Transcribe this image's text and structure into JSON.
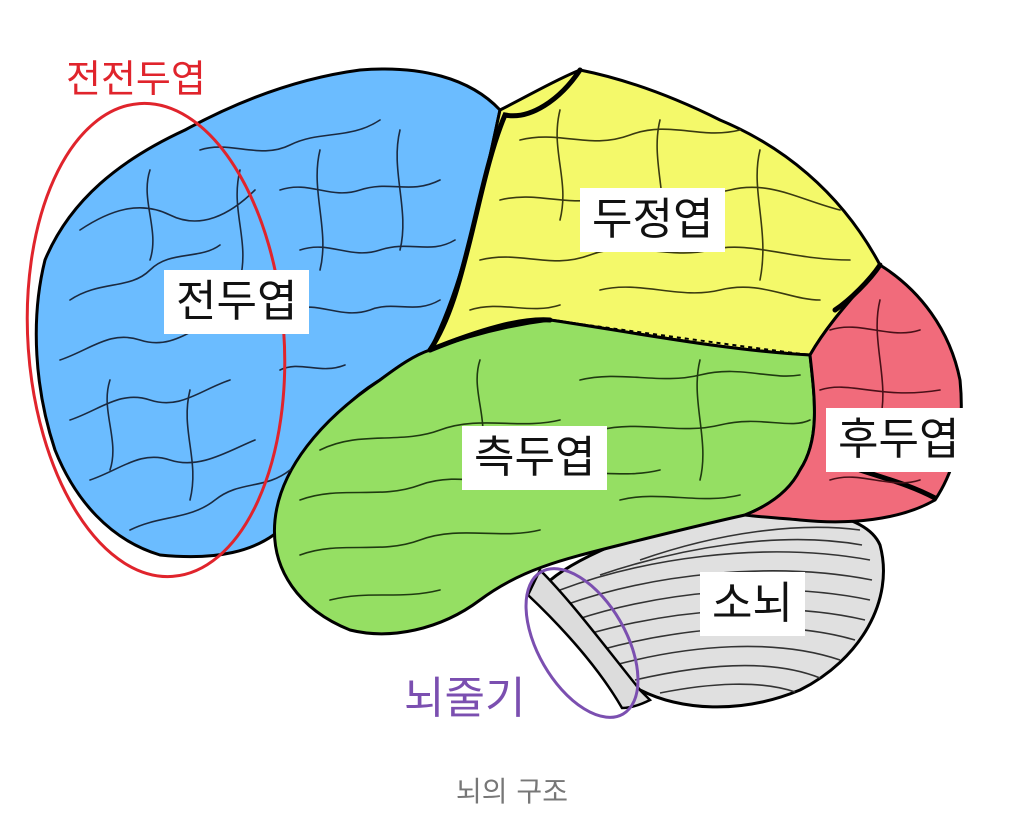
{
  "diagram": {
    "regions": {
      "frontal": "전두엽",
      "parietal": "두정엽",
      "temporal": "측두엽",
      "occipital": "후두엽",
      "cerebellum": "소뇌"
    },
    "annotations": {
      "prefrontal": "전전두엽",
      "brainstem": "뇌줄기"
    },
    "caption": "뇌의 구조"
  },
  "colors": {
    "frontal": "#6bbcff",
    "parietal": "#f4f96a",
    "temporal": "#95df63",
    "occipital": "#f16b7b",
    "cerebellum": "#e0e0e0",
    "brainstem": "#dcdcdc",
    "prefrontal_annotation": "#e0242c",
    "brainstem_annotation": "#7b4fb0",
    "outline": "#000000",
    "caption": "#777777"
  }
}
